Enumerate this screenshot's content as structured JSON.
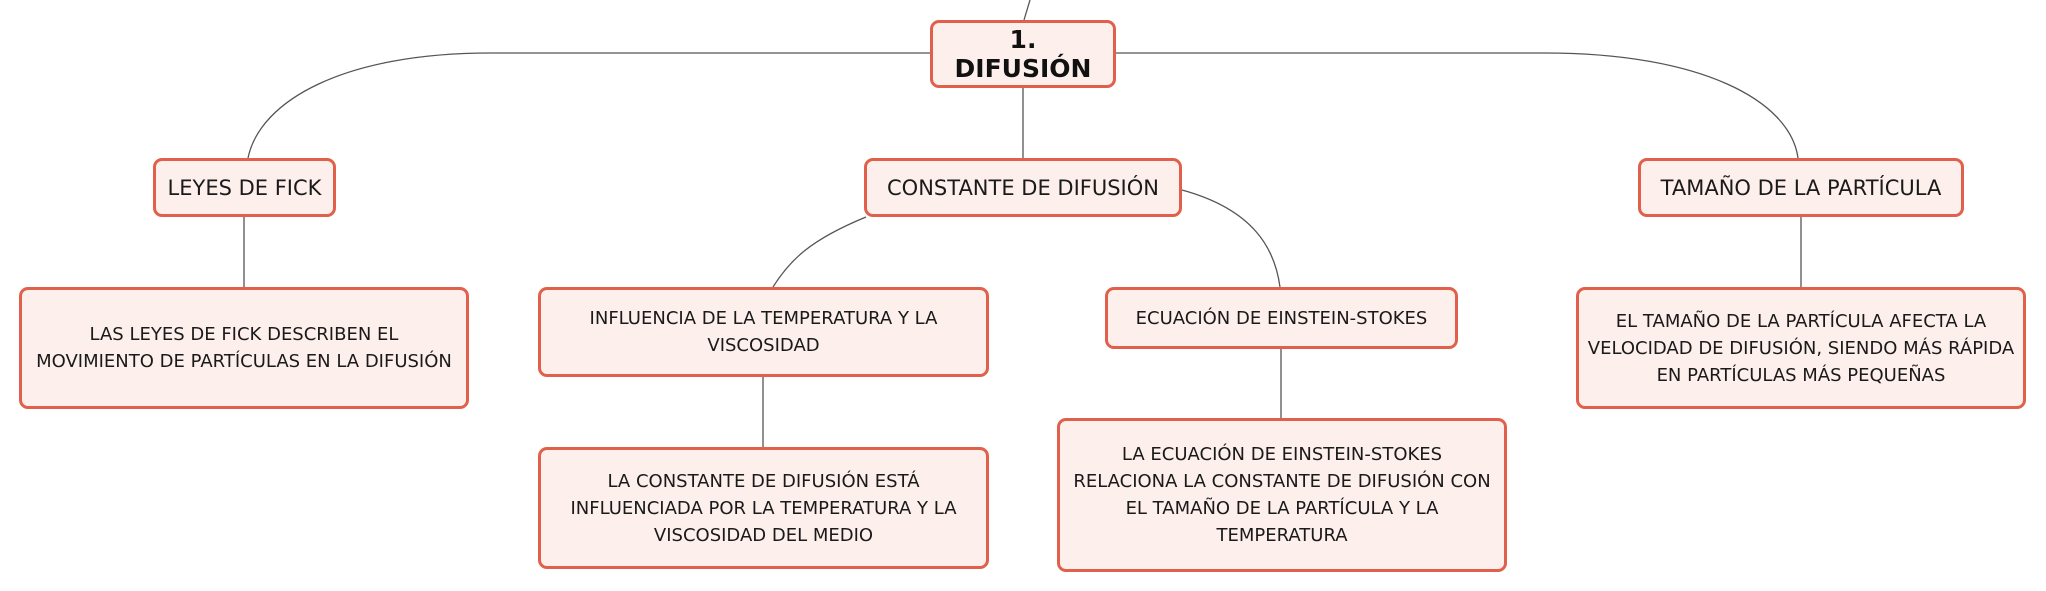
{
  "colors": {
    "node_fill": "#fdefeb",
    "node_border": "#e0604c",
    "connector": "#555555",
    "text": "#1a1a1a"
  },
  "root": {
    "label": "1. DIFUSIÓN"
  },
  "branches": [
    {
      "label": "LEYES DE FICK",
      "children": [
        {
          "label": "LAS LEYES DE FICK DESCRIBEN EL MOVIMIENTO DE PARTÍCULAS EN LA DIFUSIÓN"
        }
      ]
    },
    {
      "label": "CONSTANTE DE DIFUSIÓN",
      "children": [
        {
          "label": "INFLUENCIA DE LA TEMPERATURA Y LA VISCOSIDAD",
          "children": [
            {
              "label": "LA CONSTANTE DE DIFUSIÓN ESTÁ INFLUENCIADA POR LA TEMPERATURA Y LA VISCOSIDAD DEL MEDIO"
            }
          ]
        },
        {
          "label": "ECUACIÓN DE EINSTEIN-STOKES",
          "children": [
            {
              "label": "LA ECUACIÓN DE EINSTEIN-STOKES RELACIONA LA CONSTANTE DE DIFUSIÓN CON EL TAMAÑO DE LA PARTÍCULA Y LA TEMPERATURA"
            }
          ]
        }
      ]
    },
    {
      "label": "TAMAÑO DE LA PARTÍCULA",
      "children": [
        {
          "label": "EL TAMAÑO DE LA PARTÍCULA AFECTA LA VELOCIDAD DE DIFUSIÓN, SIENDO MÁS RÁPIDA EN PARTÍCULAS MÁS PEQUEÑAS"
        }
      ]
    }
  ]
}
